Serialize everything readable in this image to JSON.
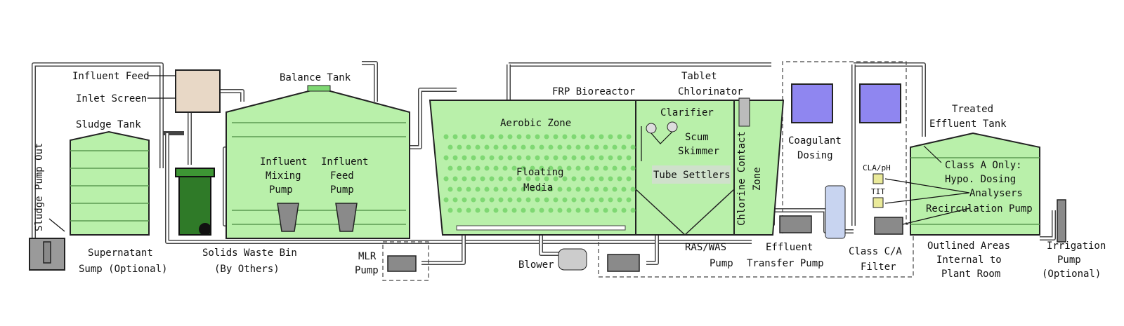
{
  "title": "Wastewater Treatment Plant Process Diagram",
  "colors": {
    "tank": "#b9f0aa",
    "bin": "#2f7a28",
    "dosing": "#8f86f0",
    "pump": "#8a8a8a",
    "media": "#7fd873"
  },
  "labels": {
    "sludge_pump_out": "Sludge Pump Out",
    "influent_feed": "Influent Feed",
    "inlet_screen": "Inlet Screen",
    "balance_tank": "Balance Tank",
    "sludge_tank": "Sludge Tank",
    "influent_mixing_pump": [
      "Influent",
      "Mixing",
      "Pump"
    ],
    "influent_feed_pump": [
      "Influent",
      "Feed",
      "Pump"
    ],
    "supernatant_sump": [
      "Supernatant",
      "Sump (Optional)"
    ],
    "solids_waste_bin": [
      "Solids Waste Bin",
      "(By Others)"
    ],
    "mlr_pump": [
      "MLR",
      "Pump"
    ],
    "blower": "Blower",
    "aerobic_zone": "Aerobic Zone",
    "floating_media": [
      "Floating",
      "Media"
    ],
    "frp_bioreactor": "FRP Bioreactor",
    "tablet_chlorinator": [
      "Tablet",
      "Chlorinator"
    ],
    "clarifier": "Clarifier",
    "scum_skimmer": [
      "Scum",
      "Skimmer"
    ],
    "tube_settlers": "Tube Settlers",
    "chlorine_contact_zone": [
      "Chlorine Contact",
      "Zone"
    ],
    "ras_was_pump": [
      "RAS/WAS",
      "Pump"
    ],
    "effluent_transfer_pump": [
      "Effluent",
      "Transfer Pump"
    ],
    "coagulant_dosing": [
      "Coagulant",
      "Dosing"
    ],
    "class_filter": [
      "Class C/A",
      "Filter"
    ],
    "cla_ph": "CLA/pH",
    "tit": "TIT",
    "treated_effluent_tank": [
      "Treated",
      "Effluent Tank"
    ],
    "hypo_dosing": [
      "Class A Only:",
      "Hypo. Dosing"
    ],
    "analysers": "Analysers",
    "recirculation_pump": "Recirculation Pump",
    "outlined_areas": [
      "Outlined Areas",
      "Internal to",
      "Plant Room"
    ],
    "irrigation_pump": [
      "Irrigation",
      "Pump",
      "(Optional)"
    ]
  }
}
